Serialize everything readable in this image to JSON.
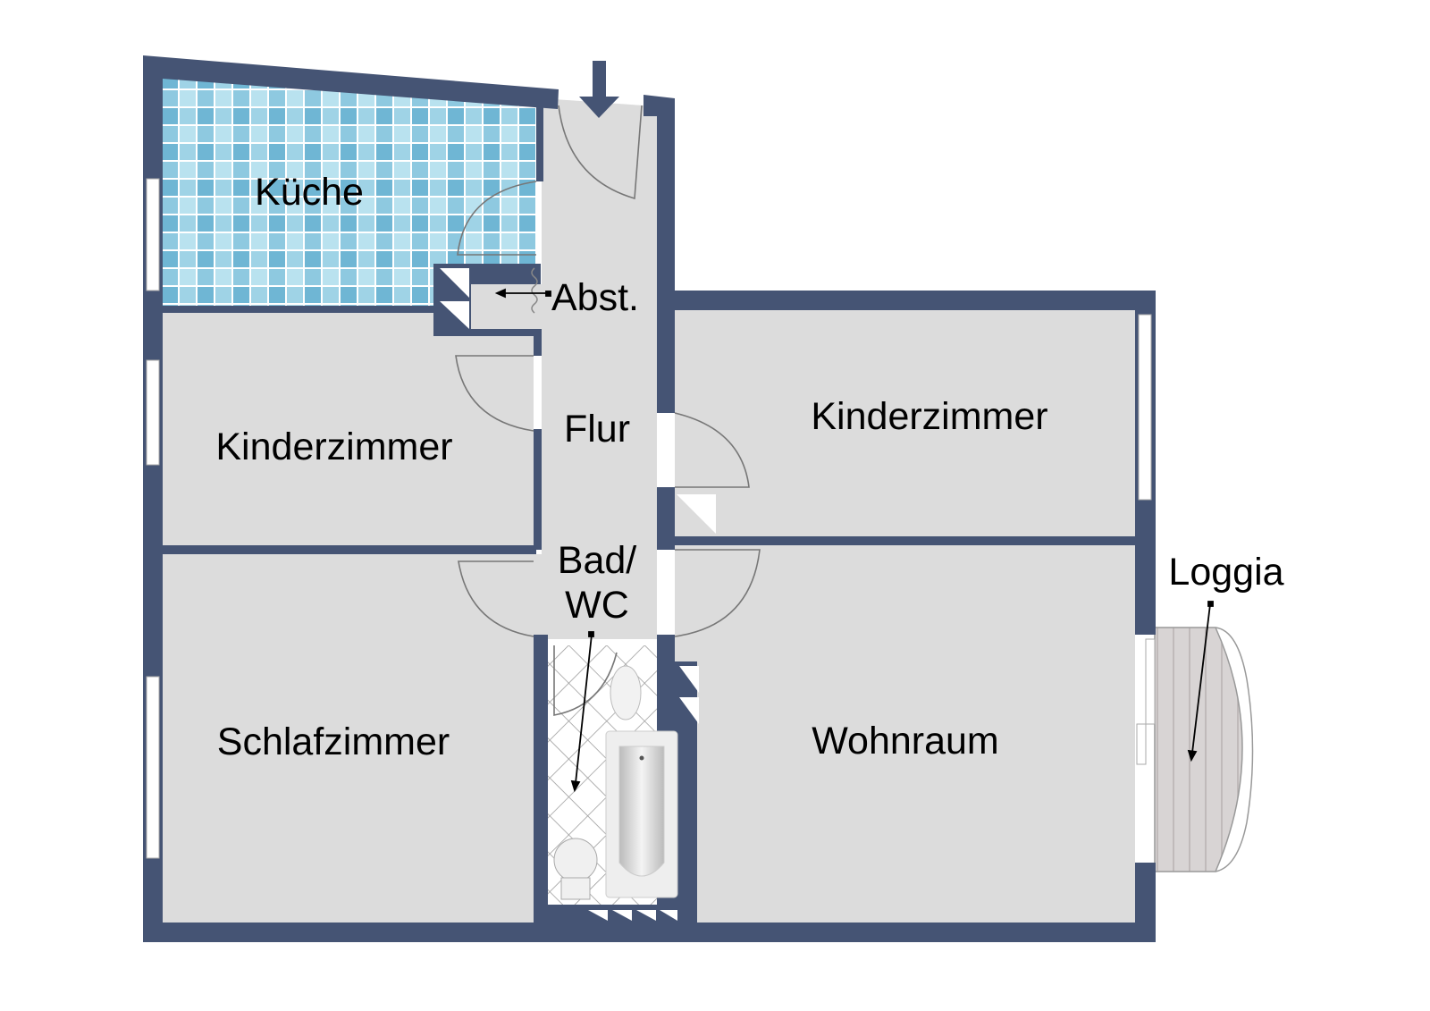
{
  "plan": {
    "rooms": {
      "kueche": "Küche",
      "abstellraum": "Abst.",
      "flur": "Flur",
      "kinderzimmer_links": "Kinderzimmer",
      "kinderzimmer_rechts": "Kinderzimmer",
      "bad_line1": "Bad/",
      "bad_line2": "WC",
      "schlafzimmer": "Schlafzimmer",
      "wohnraum": "Wohnraum",
      "loggia": "Loggia"
    },
    "colors": {
      "wall": "#455474",
      "floor": "#dcdcdc",
      "tile": "#8ec9e0"
    },
    "icons": [
      "entrance-arrow-icon",
      "bathtub-icon",
      "toilet-icon",
      "sink-icon",
      "shaft-icon"
    ]
  }
}
